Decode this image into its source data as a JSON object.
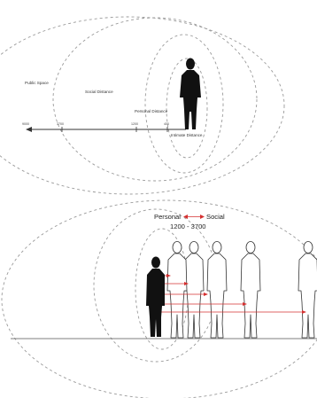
{
  "top_diagram": {
    "zone_labels": {
      "public": "Public Space",
      "social": "Social Distance",
      "personal": "Personal Distance",
      "intimate": "Intimate Distance"
    },
    "distance_ticks": [
      "9000",
      "3700",
      "1200",
      "400"
    ]
  },
  "bottom_diagram": {
    "heading_left": "Personal",
    "heading_right": "Social",
    "range": "1200 - 3700"
  },
  "colors": {
    "zone_stroke": "#9a9a9a",
    "silhouette": "#111111",
    "arrow": "#d53030",
    "axis": "#333333"
  }
}
